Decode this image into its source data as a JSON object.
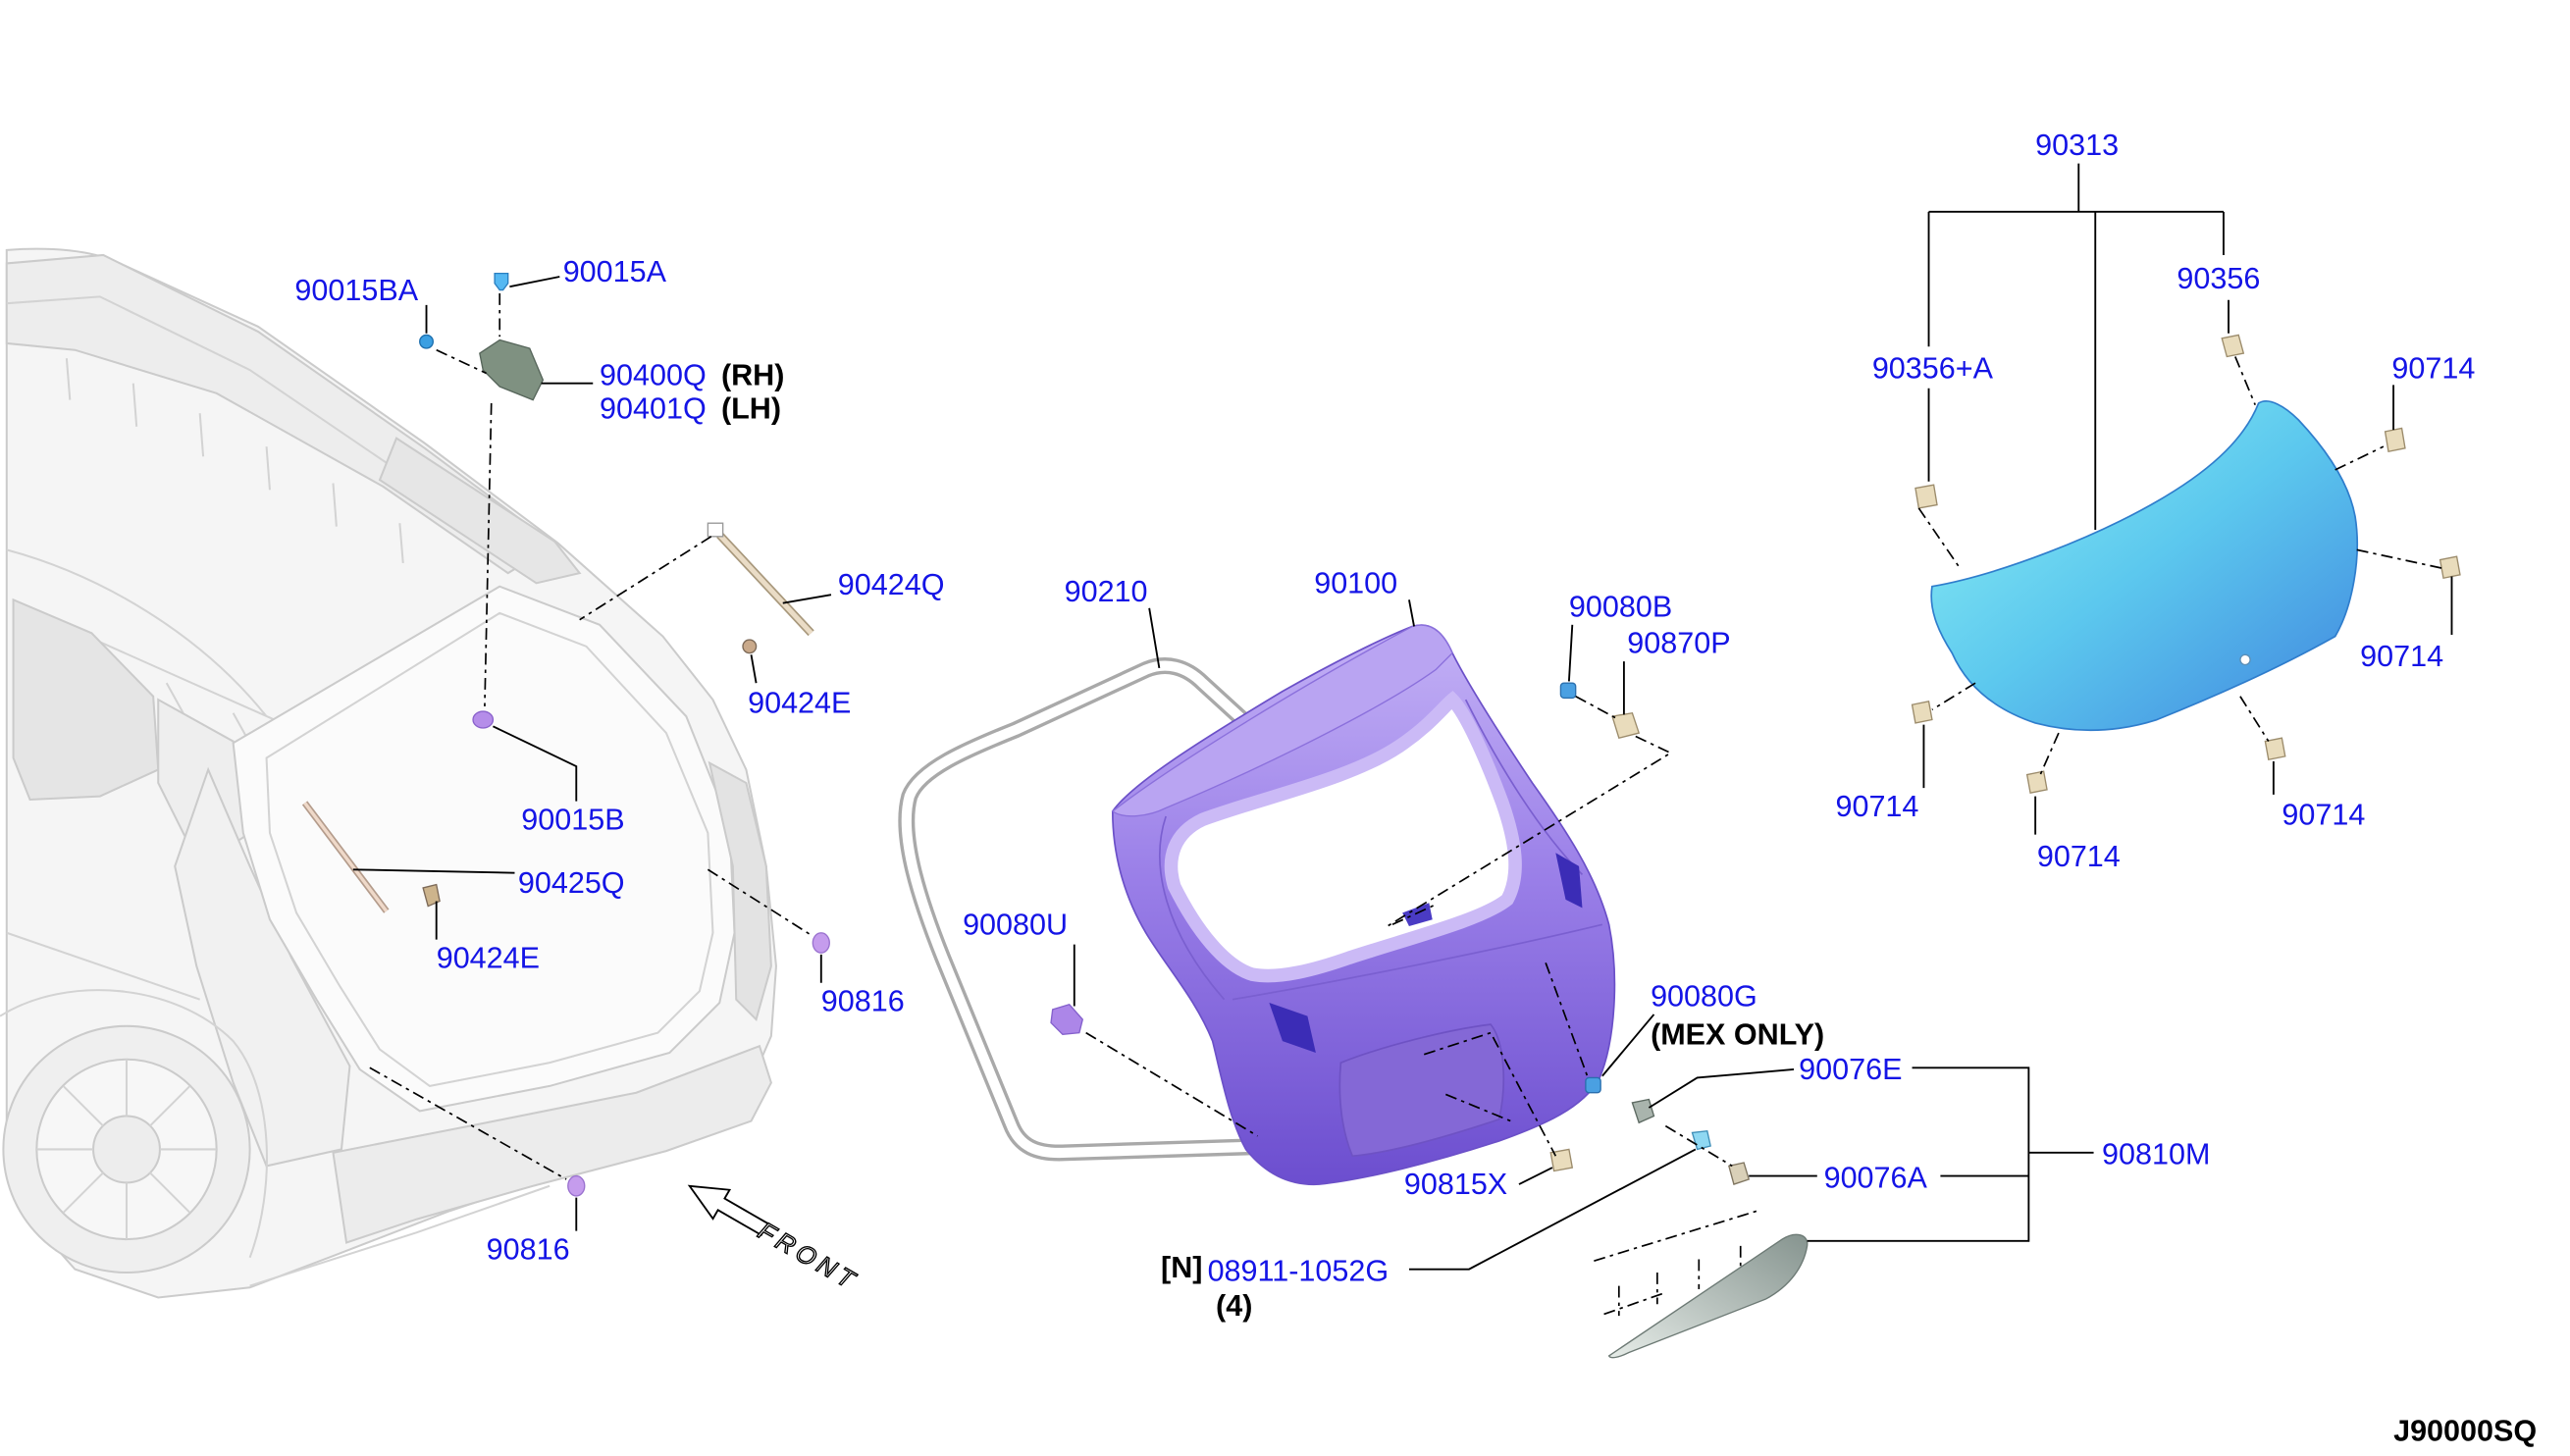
{
  "diagram_code": "J90000SQ",
  "front_label": "FRONT",
  "colors": {
    "callout_text": "#1414e6",
    "note_text": "#000000",
    "leader_line": "#000000",
    "door_panel": "#9a7fe8",
    "glass": "#5cc8ee"
  },
  "callouts": [
    {
      "number": "90015BA"
    },
    {
      "number": "90015A"
    },
    {
      "number": "90400Q",
      "note": "(RH)"
    },
    {
      "number": "90401Q",
      "note": "(LH)"
    },
    {
      "number": "90424Q"
    },
    {
      "number": "90424E"
    },
    {
      "number": "90015B"
    },
    {
      "number": "90425Q"
    },
    {
      "number": "90424E"
    },
    {
      "number": "90816"
    },
    {
      "number": "90816"
    },
    {
      "number": "90210"
    },
    {
      "number": "90100"
    },
    {
      "number": "90080B"
    },
    {
      "number": "90870P"
    },
    {
      "number": "90080U"
    },
    {
      "number": "90080G",
      "note": "(MEX ONLY)"
    },
    {
      "number": "90076E"
    },
    {
      "number": "90810M"
    },
    {
      "number": "90076A"
    },
    {
      "number": "90815X"
    },
    {
      "prefix": "[N]",
      "number": "08911-1052G",
      "note": "(4)"
    },
    {
      "number": "90313"
    },
    {
      "number": "90356"
    },
    {
      "number": "90356+A"
    },
    {
      "number": "90714"
    },
    {
      "number": "90714"
    },
    {
      "number": "90714"
    },
    {
      "number": "90714"
    },
    {
      "number": "90714"
    }
  ]
}
